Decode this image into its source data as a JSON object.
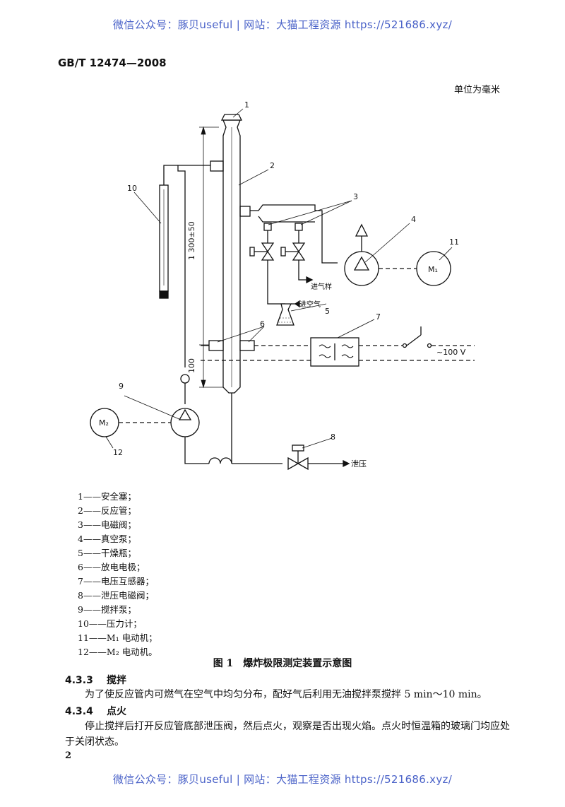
{
  "watermark": "微信公众号：豚贝useful | 网站：大猫工程资源 https://521686.xyz/",
  "standard_id": "GB/T 12474—2008",
  "unit_note": "单位为毫米",
  "figure": {
    "callouts": [
      "1",
      "2",
      "3",
      "4",
      "5",
      "6",
      "7",
      "8",
      "9",
      "10",
      "11",
      "12"
    ],
    "dim_height": "1 300±50",
    "dim_bottom": "100",
    "label_sample_in": "进气样",
    "label_air_in": "进空气",
    "label_voltage": "~100 V",
    "label_pressure_release": "泄压",
    "motor_m1": "M₁",
    "motor_m2": "M₂"
  },
  "legend": [
    "1——安全塞；",
    "2——反应管；",
    "3——电磁阀；",
    "4——真空泵；",
    "5——干燥瓶；",
    "6——放电电极；",
    "7——电压互感器；",
    "8——泄压电磁阀；",
    "9——搅拌泵；",
    "10——压力计；",
    "11——M₁ 电动机；",
    "12——M₂ 电动机。"
  ],
  "caption": "图 1　爆炸极限测定装置示意图",
  "sections": [
    {
      "number": "4.3.3",
      "title": "搅拌",
      "text": "为了使反应管内可燃气在空气中均匀分布，配好气后利用无油搅拌泵搅拌 5 min～10 min。"
    },
    {
      "number": "4.3.4",
      "title": "点火",
      "text_line1": "停止搅拌后打开反应管底部泄压阀，然后点火，观察是否出现火焰。点火时恒温箱的玻璃门均应处",
      "text_line2": "于关闭状态。"
    }
  ],
  "page_number": "2"
}
